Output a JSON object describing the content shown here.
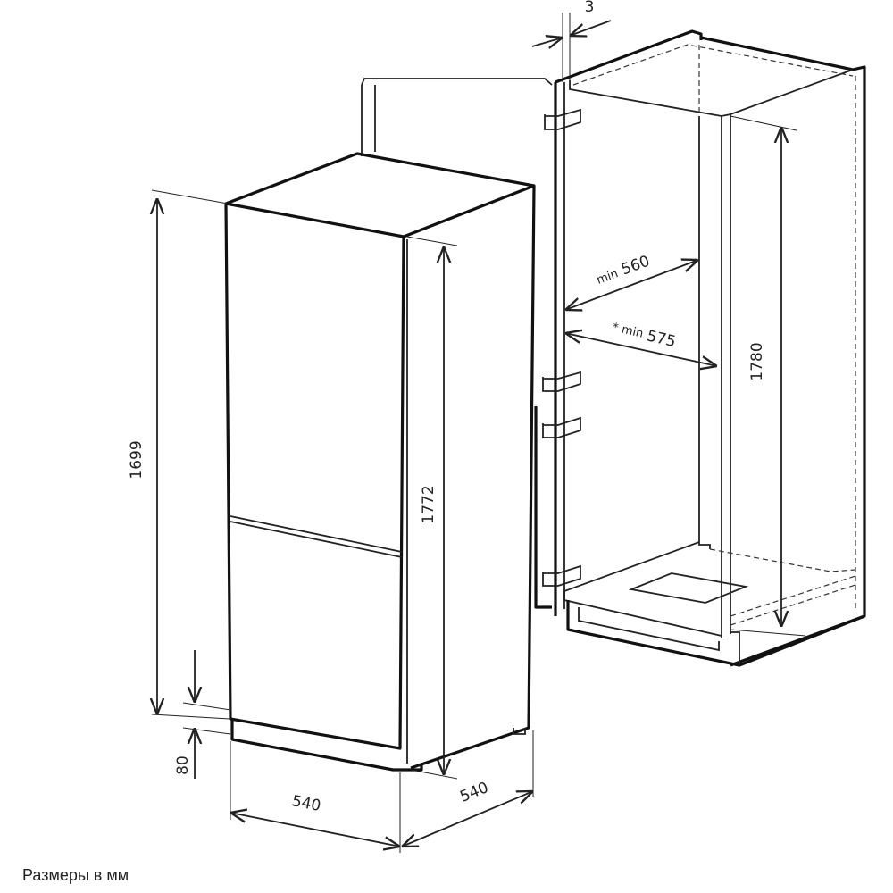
{
  "caption": "Размеры в мм",
  "dimensions": {
    "fridge_height": "1699",
    "fridge_height_with_door": "1772",
    "plinth_height": "80",
    "fridge_width": "540",
    "fridge_depth": "540",
    "niche_height": "1780",
    "gap": "3",
    "min_depth_prefix": "min",
    "min_depth": "560",
    "min_depth_door_prefix": "* min",
    "min_depth_door": "575"
  }
}
